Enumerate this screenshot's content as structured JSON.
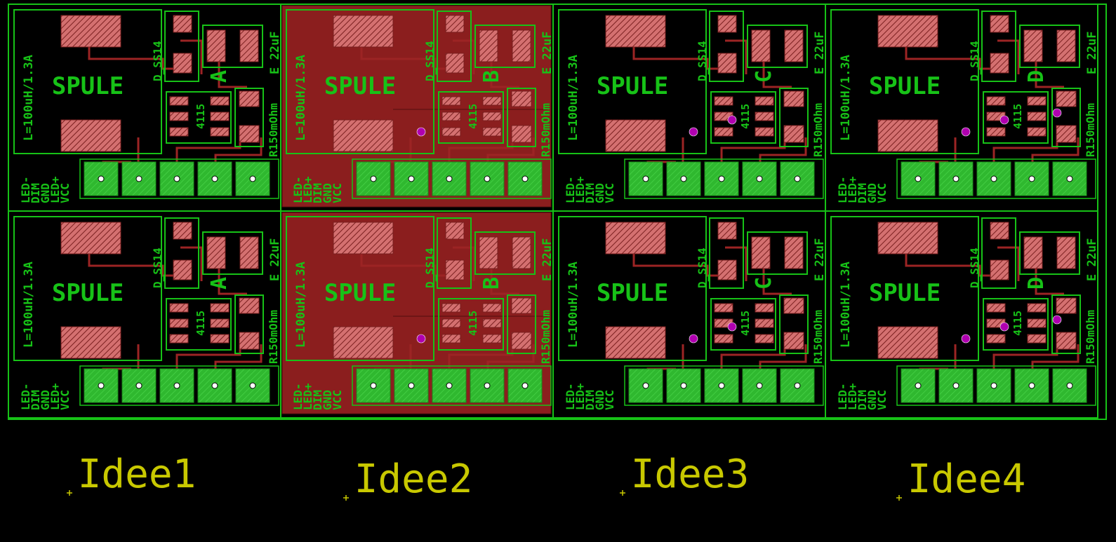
{
  "board": {
    "colors": {
      "background": "#000000",
      "silkscreen": "#17c217",
      "outline": "#17c217",
      "pad_fill": "#d47070",
      "pad_hatch": "#7a1f1f",
      "trace": "#9c2424",
      "copper_pour": "#8b1e1e",
      "thruhole_pad": "#2fb82f",
      "via": "#b000b0",
      "idea_label": "#c8c800"
    },
    "module_labels": {
      "coil": "SPULE",
      "inductor_value": "L=100uH/1.3A",
      "diode": "D_SS14",
      "capacitor": "E_22uF",
      "resistor": "R150mOhm",
      "ic": "4115"
    },
    "connector_pins": [
      "LED-",
      "LED+",
      "DIM",
      "GND",
      "VCC"
    ],
    "variants": [
      {
        "id": "A",
        "label": "Idee1",
        "copper_pour": false,
        "pin_order": [
          "LED-",
          "DIM",
          "GND",
          "LED+",
          "VCC"
        ]
      },
      {
        "id": "B",
        "label": "Idee2",
        "copper_pour": true,
        "pin_order": [
          "LED-",
          "LED+",
          "DIM",
          "GND",
          "VCC"
        ]
      },
      {
        "id": "C",
        "label": "Idee3",
        "copper_pour": false,
        "pin_order": [
          "LED-",
          "LED+",
          "DIM",
          "GND",
          "VCC"
        ]
      },
      {
        "id": "D",
        "label": "Idee4",
        "copper_pour": false,
        "pin_order": [
          "LED-",
          "LED+",
          "DIM",
          "GND",
          "VCC"
        ]
      }
    ],
    "rows": 2
  }
}
